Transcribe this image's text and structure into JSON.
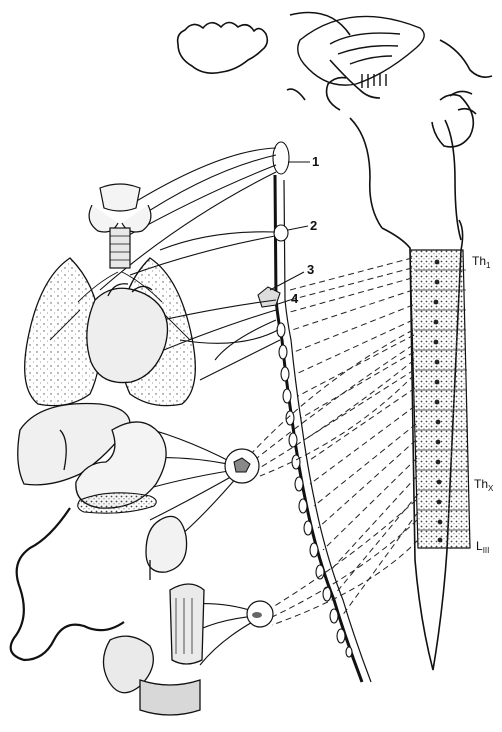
{
  "diagram": {
    "ganglion_labels": [
      "1",
      "2",
      "3",
      "4"
    ],
    "segment_labels": {
      "th1": {
        "main": "Th",
        "sub": "1"
      },
      "thx": {
        "main": "Th",
        "sub": "X"
      },
      "liii": {
        "main": "L",
        "sub": "III"
      }
    }
  }
}
